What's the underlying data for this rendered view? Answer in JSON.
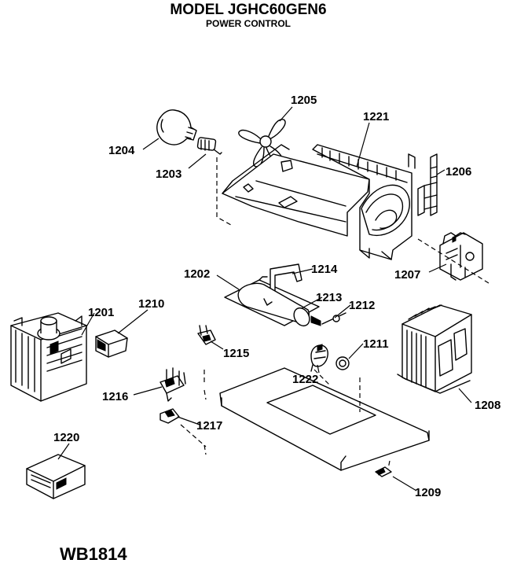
{
  "header": {
    "model": "MODEL JGHC60GEN6",
    "section": "POWER CONTROL"
  },
  "footer": {
    "code": "WB1814"
  },
  "parts": {
    "p1201": "1201",
    "p1202": "1202",
    "p1203": "1203",
    "p1204": "1204",
    "p1205": "1205",
    "p1206": "1206",
    "p1207": "1207",
    "p1208": "1208",
    "p1209": "1209",
    "p1210": "1210",
    "p1211": "1211",
    "p1212": "1212",
    "p1213": "1213",
    "p1214": "1214",
    "p1215": "1215",
    "p1216": "1216",
    "p1217": "1217",
    "p1220": "1220",
    "p1221": "1221",
    "p1222": "1222"
  }
}
